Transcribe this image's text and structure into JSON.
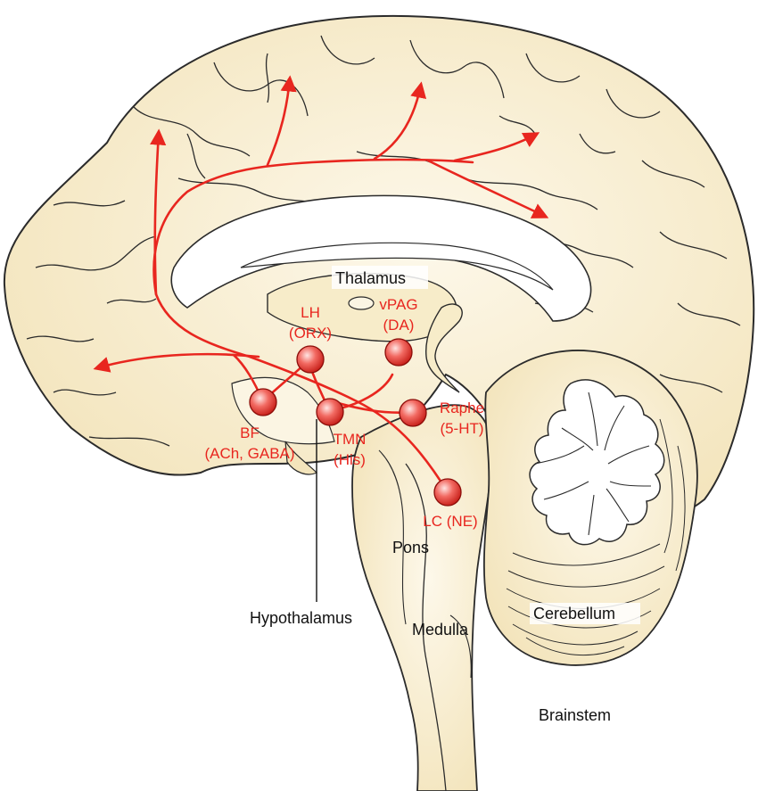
{
  "colors": {
    "tissue": "#f7ecc9",
    "tissue_light": "#fbf5e3",
    "outline": "#2b2b2b",
    "pathway": "#e8261f",
    "node": "#e23a33",
    "label_red": "#e8261f"
  },
  "structures": {
    "thalamus": "Thalamus",
    "pons": "Pons",
    "hypothalamus": "Hypothalamus",
    "medulla": "Medulla",
    "cerebellum": "Cerebellum",
    "brainstem": "Brainstem"
  },
  "nuclei": {
    "lh": {
      "name": "LH",
      "transmitter": "(ORX)"
    },
    "vpag": {
      "name": "vPAG",
      "transmitter": "(DA)"
    },
    "bf": {
      "name": "BF",
      "transmitter": "(ACh, GABA)"
    },
    "tmn": {
      "name": "TMN",
      "transmitter": "(His)"
    },
    "raphe": {
      "name": "Raphe",
      "transmitter": "(5-HT)"
    },
    "lc": {
      "name": "LC (NE)"
    }
  }
}
